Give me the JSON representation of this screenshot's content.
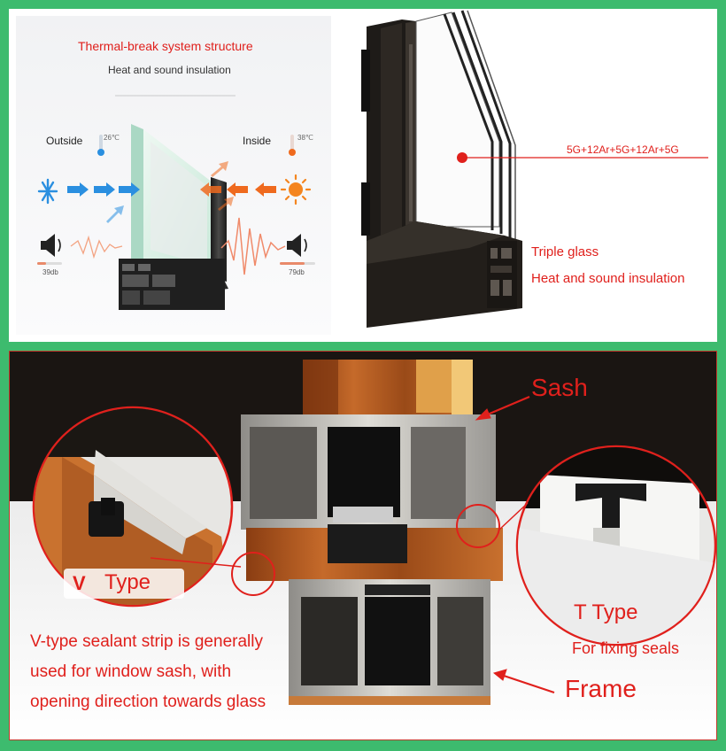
{
  "thermal": {
    "title": "Thermal-break system structure",
    "subtitle": "Heat and sound insulation",
    "outside_label": "Outside",
    "outside_temp": "26℃",
    "inside_label": "Inside",
    "inside_temp": "38℃",
    "outside_sound": "39db",
    "inside_sound": "79db",
    "icons": [
      "snowflake-icon",
      "sun-icon",
      "speaker-icon",
      "thermometer-icon"
    ],
    "colors": {
      "cold": "#2a8fe0",
      "hot": "#ef6a1e",
      "title": "#e0201c"
    }
  },
  "glass": {
    "spec": "5G+12Ar+5G+12Ar+5G",
    "label_1": "Triple glass",
    "label_2": "Heat and sound insulation"
  },
  "profile": {
    "sash_label": "Sash",
    "frame_label": "Frame",
    "v_type_label": "Type",
    "v_type_prefix": "V",
    "t_type_label": "T Type",
    "t_type_caption": "For fixing seals",
    "v_type_caption_1": "V-type sealant strip is generally",
    "v_type_caption_2": "used for window sash, with",
    "v_type_caption_3": "opening direction towards glass"
  }
}
